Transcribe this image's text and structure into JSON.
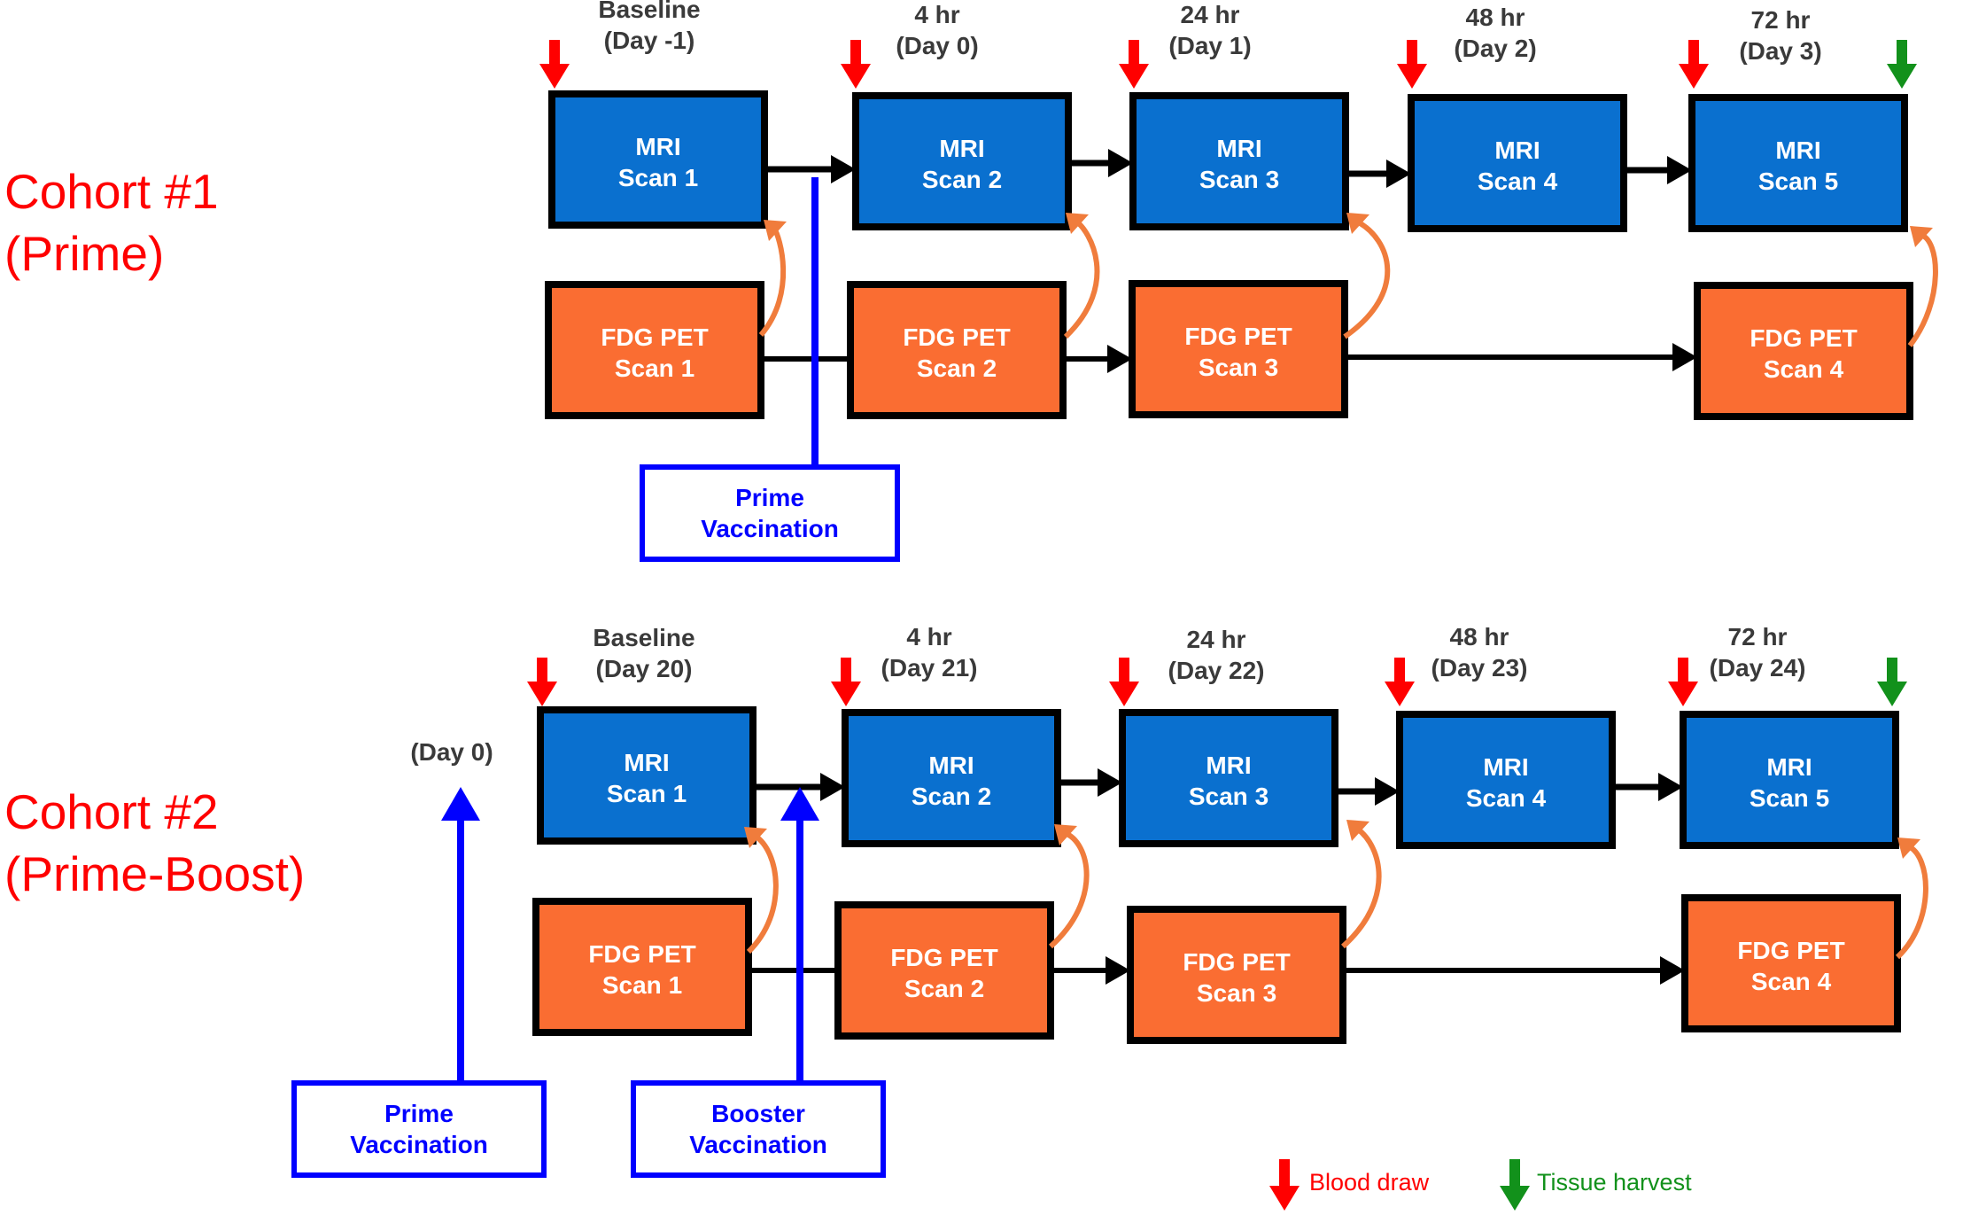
{
  "colors": {
    "mri": "#0a70cf",
    "pet": "#fa6d32",
    "border": "#000000",
    "blood": "#ff0000",
    "tissue": "#12911b",
    "vaccination": "#0000ff",
    "cohort": "#ff0000",
    "timepoint": "#3a3a3a",
    "curve": "#f07c3c"
  },
  "legend": {
    "blood_draw": "Blood draw",
    "tissue_harvest": "Tissue harvest"
  },
  "cohorts": [
    {
      "label": [
        "Cohort #1",
        "(Prime)"
      ],
      "mri": [
        [
          "MRI",
          "Scan 1"
        ],
        [
          "MRI",
          "Scan 2"
        ],
        [
          "MRI",
          "Scan 3"
        ],
        [
          "MRI",
          "Scan 4"
        ],
        [
          "MRI",
          "Scan 5"
        ]
      ],
      "pet": [
        [
          "FDG PET",
          "Scan 1"
        ],
        [
          "FDG PET",
          "Scan 2"
        ],
        [
          "FDG PET",
          "Scan 3"
        ],
        [
          "FDG PET",
          "Scan 4"
        ]
      ],
      "timepoints": [
        [
          "Baseline",
          "(Day -1)"
        ],
        [
          "4 hr",
          "(Day 0)"
        ],
        [
          "24 hr",
          "(Day 1)"
        ],
        [
          "48 hr",
          "(Day 2)"
        ],
        [
          "72 hr",
          "(Day 3)"
        ]
      ],
      "vaccinations": [
        [
          "Prime",
          "Vaccination"
        ]
      ]
    },
    {
      "label": [
        "Cohort #2",
        "(Prime-Boost)"
      ],
      "mri": [
        [
          "MRI",
          "Scan 1"
        ],
        [
          "MRI",
          "Scan 2"
        ],
        [
          "MRI",
          "Scan 3"
        ],
        [
          "MRI",
          "Scan 4"
        ],
        [
          "MRI",
          "Scan 5"
        ]
      ],
      "pet": [
        [
          "FDG PET",
          "Scan 1"
        ],
        [
          "FDG PET",
          "Scan 2"
        ],
        [
          "FDG PET",
          "Scan 3"
        ],
        [
          "FDG PET",
          "Scan 4"
        ]
      ],
      "timepoints": [
        [
          "Baseline",
          "(Day 20)"
        ],
        [
          "4 hr",
          "(Day 21)"
        ],
        [
          "24 hr",
          "(Day 22)"
        ],
        [
          "48 hr",
          "(Day 23)"
        ],
        [
          "72 hr",
          "(Day 24)"
        ]
      ],
      "prime_day": "(Day 0)",
      "vaccinations": [
        [
          "Prime",
          "Vaccination"
        ],
        [
          "Booster",
          "Vaccination"
        ]
      ]
    }
  ]
}
